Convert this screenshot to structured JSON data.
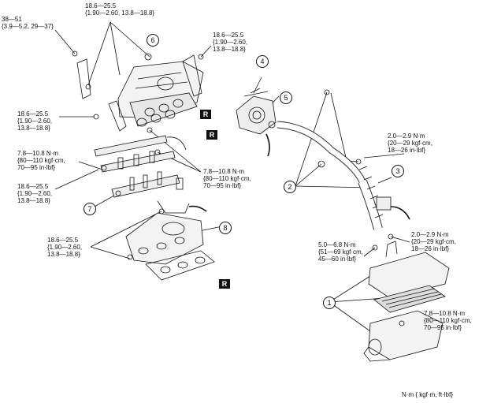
{
  "torque_labels": [
    {
      "id": "t1",
      "text": "38—51\n{3.9—5.2, 29—37}"
    },
    {
      "id": "t2",
      "text": "18.6—25.5\n{1.90—2.60, 13.8—18.8}"
    },
    {
      "id": "t3",
      "text": "18.6—25.5\n{1.90—2.60,\n13.8—18.8}"
    },
    {
      "id": "t4",
      "text": "18.6—25.5\n{1.90—2.60,\n13.8—18.8}"
    },
    {
      "id": "t5",
      "text": "7.8—10.8 N·m\n{80—110 kgf·cm,\n70—95 in·lbf}"
    },
    {
      "id": "t6",
      "text": "18.6—25.5\n{1.90—2.60,\n13.8—18.8}"
    },
    {
      "id": "t7",
      "text": "7.8—10.8 N·m\n{80—110 kgf·cm,\n70—95 in·lbf}"
    },
    {
      "id": "t8",
      "text": "18.6—25.5\n{1.90—2.60,\n13.8—18.8}"
    },
    {
      "id": "t9",
      "text": "2.0—2.9 N·m\n{20—29 kgf·cm,\n18—26 in·lbf}"
    },
    {
      "id": "t10",
      "text": "2.0—2.9 N·m\n{20—29 kgf·cm,\n18—26 in·lbf}"
    },
    {
      "id": "t11",
      "text": "5.0—6.8 N·m\n{51—69 kgf·cm,\n45—60 in·lbf}"
    },
    {
      "id": "t12",
      "text": "7.8—10.8 N·m\n{80—110 kgf·cm,\n70—95 in·lbf}"
    }
  ],
  "callouts": [
    "1",
    "2",
    "3",
    "4",
    "5",
    "6",
    "7",
    "8"
  ],
  "replace_marker": "R",
  "units_note": "N·m { kgf·m, ft·lbf}"
}
